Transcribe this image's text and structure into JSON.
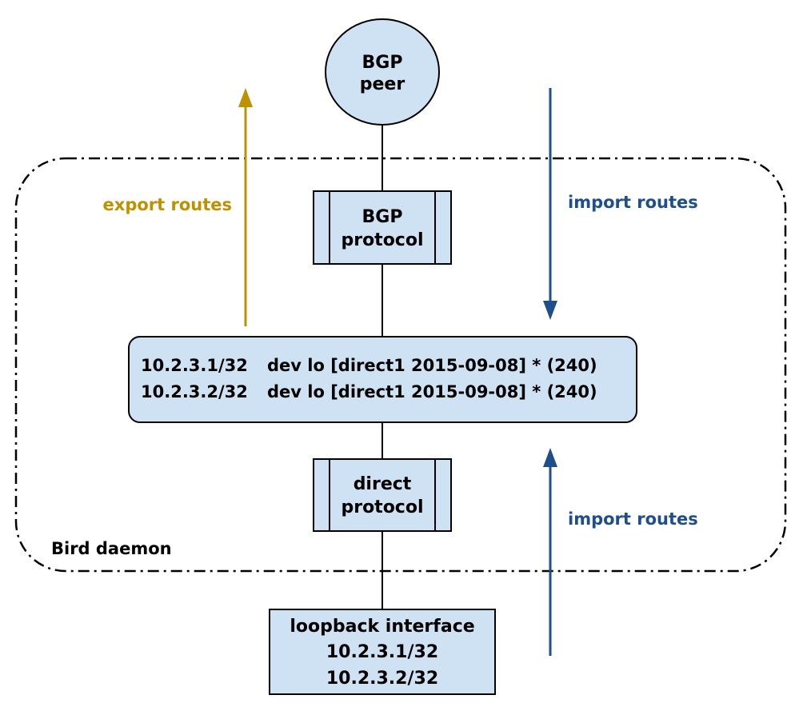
{
  "diagram": {
    "bgp_peer": {
      "line1": "BGP",
      "line2": "peer"
    },
    "bgp_protocol": {
      "line1": "BGP",
      "line2": "protocol"
    },
    "routing_table": {
      "rows": [
        {
          "prefix": "10.2.3.1/32",
          "detail": "dev lo [direct1 2015-09-08] * (240)"
        },
        {
          "prefix": "10.2.3.2/32",
          "detail": "dev lo [direct1 2015-09-08] * (240)"
        }
      ]
    },
    "direct_protocol": {
      "line1": "direct",
      "line2": "protocol"
    },
    "loopback": {
      "title": "loopback interface",
      "addr1": "10.2.3.1/32",
      "addr2": "10.2.3.2/32"
    },
    "daemon_label": "Bird daemon",
    "export_label": "export routes",
    "import_label_top": "import routes",
    "import_label_bottom": "import routes",
    "colors": {
      "box_fill": "#cfe2f3",
      "export": "#bf9000",
      "import": "#1f4e8c"
    }
  }
}
